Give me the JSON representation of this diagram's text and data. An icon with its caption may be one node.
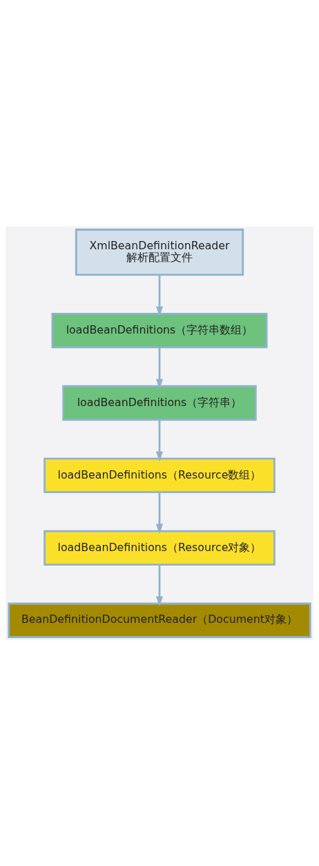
{
  "diagram": {
    "nodes": [
      {
        "text": [
          "XmlBeanDefinitionReader",
          "解析配置文件"
        ]
      },
      {
        "text": [
          "loadBeanDefinitions（字符串数组）"
        ]
      },
      {
        "text": [
          "loadBeanDefinitions（字符串）"
        ]
      },
      {
        "text": [
          "loadBeanDefinitions（Resource数组）"
        ]
      },
      {
        "text": [
          "loadBeanDefinitions（Resource对象）"
        ]
      },
      {
        "text": [
          "BeanDefinitionDocumentReader（Document对象）"
        ]
      }
    ],
    "edges": [
      {
        "from": 0,
        "to": 1,
        "arrow": "to"
      },
      {
        "from": 1,
        "to": 2,
        "arrow": "to"
      },
      {
        "from": 2,
        "to": 3,
        "arrow": "to"
      },
      {
        "from": 3,
        "to": 4,
        "arrow": "to"
      },
      {
        "from": 4,
        "to": 5,
        "arrow": "to"
      }
    ]
  }
}
